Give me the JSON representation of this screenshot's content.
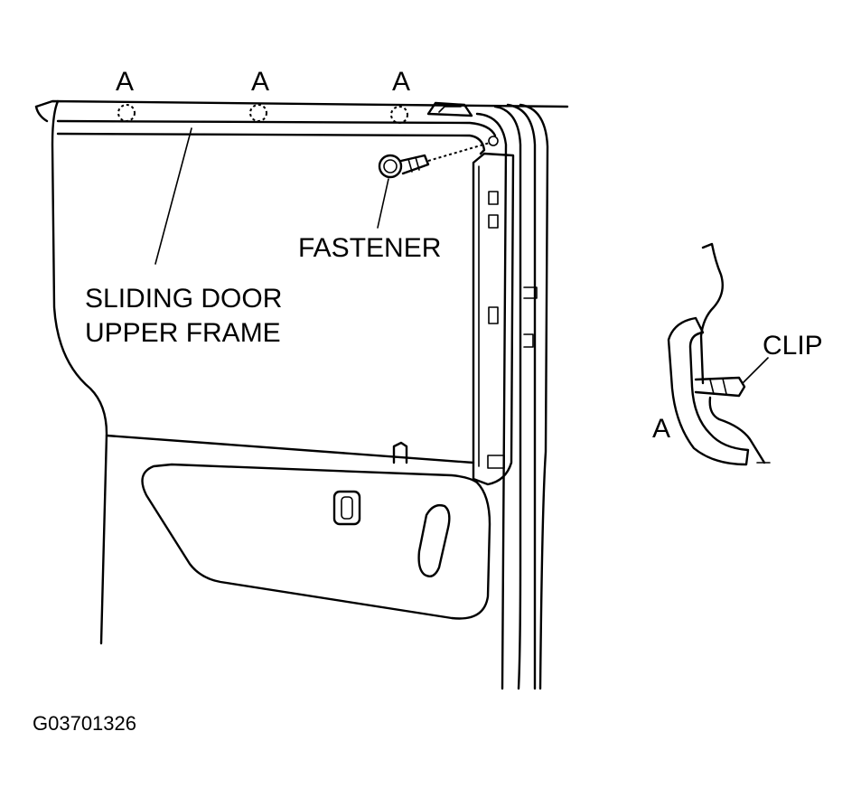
{
  "labels": {
    "marker_a": "A",
    "fastener": "FASTENER",
    "sliding_door_line1": "SLIDING DOOR",
    "sliding_door_line2": "UPPER FRAME",
    "clip": "CLIP",
    "detail_a": "A",
    "figure_id": "G03701326"
  }
}
